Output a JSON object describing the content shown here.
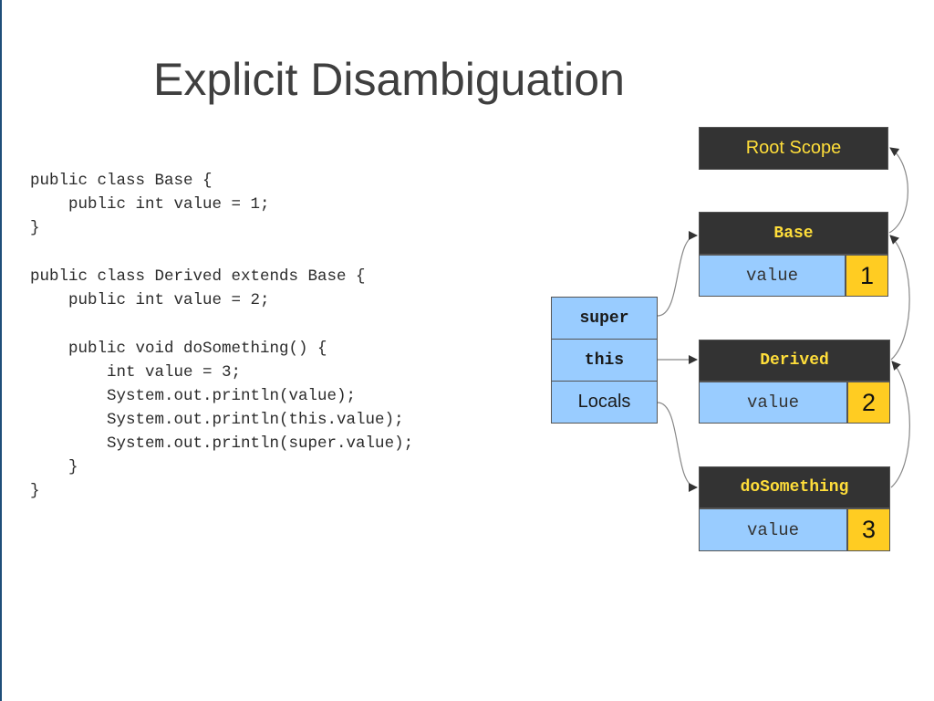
{
  "title": "Explicit Disambiguation",
  "code": [
    "public class Base {",
    "    public int value = 1;",
    "}",
    "",
    "public class Derived extends Base {",
    "    public int value = 2;",
    "",
    "    public void doSomething() {",
    "        int value = 3;",
    "        System.out.println(value);",
    "        System.out.println(this.value);",
    "        System.out.println(super.value);",
    "    }",
    "}"
  ],
  "diagram": {
    "root_scope": "Root Scope",
    "base": {
      "header": "Base",
      "field": "value",
      "number": "1"
    },
    "derived": {
      "header": "Derived",
      "field": "value",
      "number": "2"
    },
    "dosomething": {
      "header": "doSomething",
      "field": "value",
      "number": "3"
    },
    "frame": {
      "super": "super",
      "this": "this",
      "locals": "Locals"
    },
    "colors": {
      "header_bg": "#333333",
      "header_text": "#ffde3a",
      "cell_blue": "#99ccff",
      "cell_yellow": "#ffcc22"
    }
  }
}
